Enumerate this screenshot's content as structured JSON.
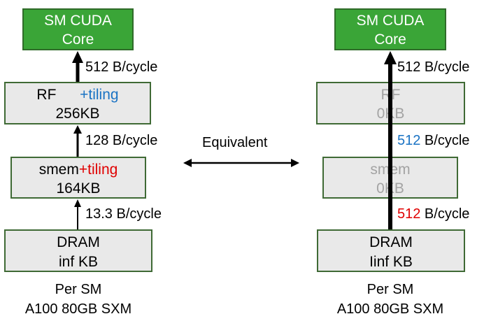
{
  "left": {
    "core": {
      "line1": "SM CUDA",
      "line2": "Core"
    },
    "rf": {
      "name": "RF",
      "tiling": "+tiling",
      "size": "256KB"
    },
    "smem": {
      "name": "smem",
      "tiling": "+tiling",
      "size": "164KB"
    },
    "dram": {
      "line1": "DRAM",
      "line2": "inf KB"
    },
    "bw_core_rf": "512 B/cycle",
    "bw_rf_smem": "128 B/cycle",
    "bw_smem_dram": "13.3 B/cycle",
    "caption": {
      "line1": "Per SM",
      "line2": "A100 80GB SXM"
    }
  },
  "middle": {
    "label": "Equivalent"
  },
  "right": {
    "core": {
      "line1": "SM CUDA",
      "line2": "Core"
    },
    "rf": {
      "name": "RF",
      "size": "0KB"
    },
    "smem": {
      "name": "smem",
      "size": "0KB"
    },
    "dram": {
      "line1": "DRAM",
      "line2": "Iinf KB"
    },
    "bw_core_rf": "512 B/cycle",
    "bw_rf_smem": {
      "value": "512",
      "unit": " B/cycle"
    },
    "bw_smem_dram": {
      "value": "512",
      "unit": " B/cycle"
    },
    "caption": {
      "line1": "Per SM",
      "line2": "A100 80GB SXM"
    }
  },
  "colors": {
    "core_fill": "#3aa537",
    "box_fill": "#e9e9e9",
    "border": "#3f6a35",
    "blue": "#1a73c4",
    "red": "#e00000"
  }
}
